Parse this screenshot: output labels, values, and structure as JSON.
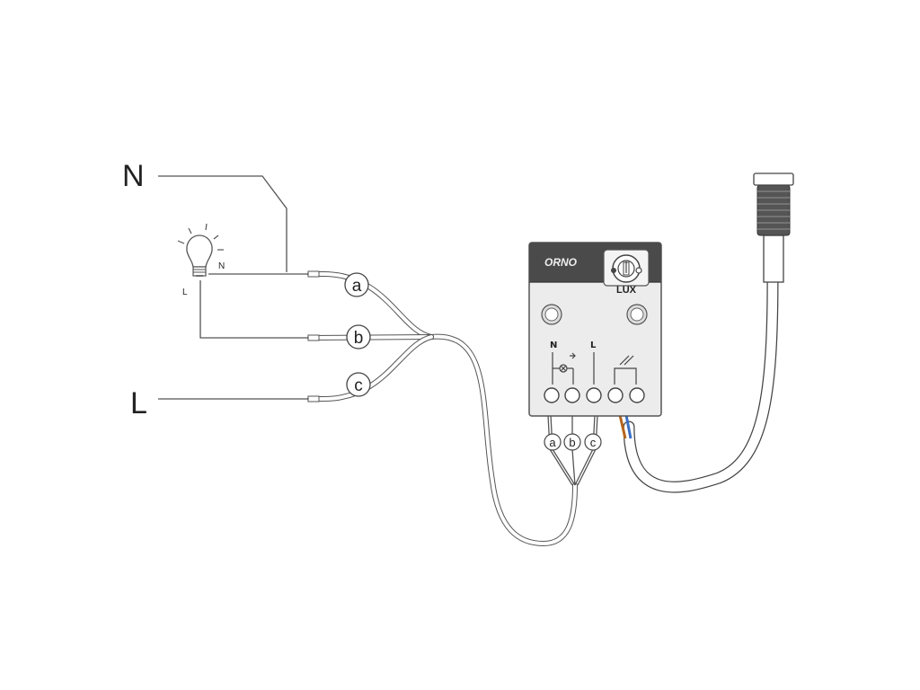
{
  "labels": {
    "neutral": "N",
    "live": "L",
    "bulb_neutral": "N",
    "bulb_live": "L"
  },
  "callouts": {
    "a": "a",
    "b": "b",
    "c": "c"
  },
  "device": {
    "brand": "ORNO",
    "knob_label": "LUX",
    "terminal_n": "N",
    "terminal_l": "L"
  },
  "colors": {
    "line": "#555555",
    "device_body": "#ececec",
    "device_top": "#4a4a4a",
    "wire_brown": "#b5651d",
    "wire_blue": "#3a6fc4"
  }
}
